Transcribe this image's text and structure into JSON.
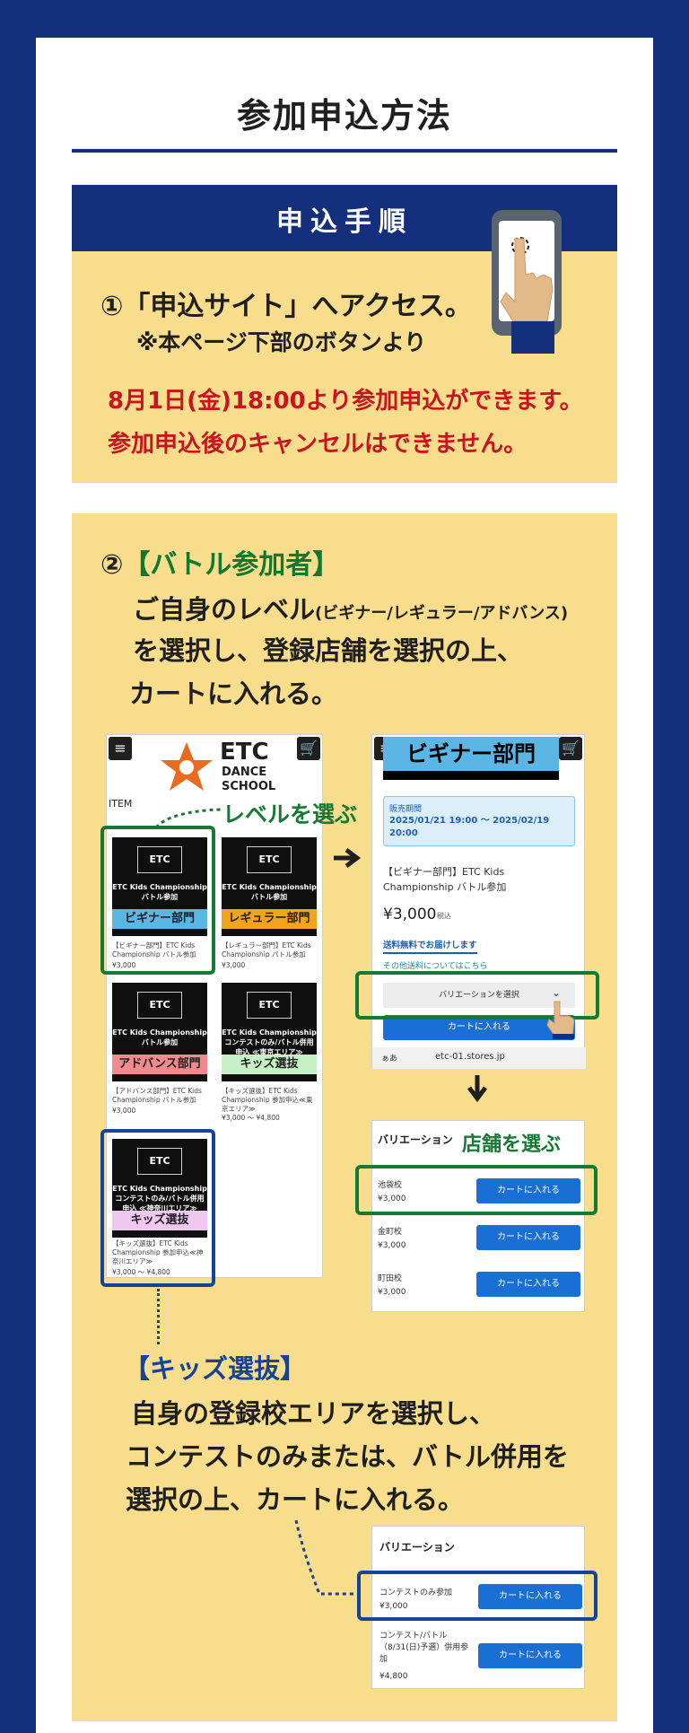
{
  "title": "参加申込方法",
  "panel1": {
    "heading": "申込手順",
    "step": "①「申込サイト」へアクセス。",
    "note": "※本ページ下部のボタンより",
    "notice1": "8月1日(金)18:00より参加申込ができます。",
    "notice2": "参加申込後のキャンセルはできません。"
  },
  "panel2": {
    "step_num": "②",
    "battle_label": "【バトル参加者】",
    "line1": "ご自身のレベル",
    "line1_small": "(ビギナー/レギュラー/アドバンス)",
    "line2": "を選択し、登録店舗を選択の上、",
    "line3": "カートに入れる。",
    "level_hint": "レベルを選ぶ",
    "store_hint": "店舗を選ぶ",
    "kids_label": "【キッズ選抜】",
    "kids_line1": "自身の登録校エリアを選択し、",
    "kids_line2": "コンテストのみまたは、バトル併用を",
    "kids_line3": "選択の上、カートに入れる。"
  },
  "shop": {
    "brand": "ETC",
    "brand_sub1": "DANCE",
    "brand_sub2": "SCHOOL",
    "item_label": "ITEM",
    "menu_icon": "≡",
    "cart_icon": "🛒",
    "products": [
      {
        "logo": "ETC",
        "caption": "ETC Kids Championship バトル参加",
        "band": "ビギナー部門",
        "band_color": "#5bb6e4",
        "desc": "【ビギナー部門】ETC Kids Championship バトル参加",
        "price": "¥3,000"
      },
      {
        "logo": "ETC",
        "caption": "ETC Kids Championship バトル参加",
        "band": "レギュラー部門",
        "band_color": "#f2a41d",
        "desc": "【レギュラー部門】ETC Kids Championship バトル参加",
        "price": "¥3,000"
      },
      {
        "logo": "ETC",
        "caption": "ETC Kids Championship バトル参加",
        "band": "アドバンス部門",
        "band_color": "#f08a8f",
        "desc": "【アドバンス部門】ETC Kids Championship バトル参加",
        "price": "¥3,000"
      },
      {
        "logo": "ETC",
        "caption": "ETC Kids Championship コンテストのみ/バトル併用申込 ≪東京エリア≫",
        "band": "キッズ選抜",
        "band_color": "#c6f0c6",
        "desc": "【キッズ選抜】ETC Kids Championship 参加申込≪東京エリア≫",
        "price": "¥3,000 〜 ¥4,800"
      },
      {
        "logo": "ETC",
        "caption": "ETC Kids Championship コンテストのみ/バトル併用申込 ≪神奈川エリア≫",
        "band": "キッズ選抜",
        "band_color": "#efc8f0",
        "desc": "【キッズ選抜】ETC Kids Championship 参加申込≪神奈川エリア≫",
        "price": "¥3,000 〜 ¥4,800"
      }
    ]
  },
  "detail": {
    "banner": "ビギナー部門",
    "sale_label": "販売期間",
    "sale_period": "2025/01/21 19:00 〜 2025/02/19 20:00",
    "product_name": "【ビギナー部門】ETC Kids Championship バトル参加",
    "price": "¥3,000",
    "tax": "税込",
    "free_ship": "送料無料でお届けします",
    "other_ship": "その他送料についてはこちら",
    "variation_select": "バリエーションを選択",
    "cart_button": "カートに入れる",
    "url_left": "ぁあ",
    "url": "etc-01.stores.jp"
  },
  "variation": {
    "heading": "バリエーション",
    "rows": [
      {
        "name": "池袋校",
        "price": "¥3,000",
        "button": "カートに入れる"
      },
      {
        "name": "金町校",
        "price": "¥3,000",
        "button": "カートに入れる"
      },
      {
        "name": "町田校",
        "price": "¥3,000",
        "button": "カートに入れる"
      }
    ]
  },
  "variation2": {
    "heading": "バリエーション",
    "rows": [
      {
        "name": "コンテストのみ参加",
        "price": "¥3,000",
        "button": "カートに入れる"
      },
      {
        "name": "コンテスト/バトル（8/31(日)予選）併用参加",
        "price": "¥4,800",
        "button": "カートに入れる"
      }
    ]
  },
  "colors": {
    "navy": "#14307c",
    "cream": "#f8dd8d",
    "green": "#0f7a2f",
    "red": "#c8141e",
    "cart_blue": "#1a6fd4"
  }
}
